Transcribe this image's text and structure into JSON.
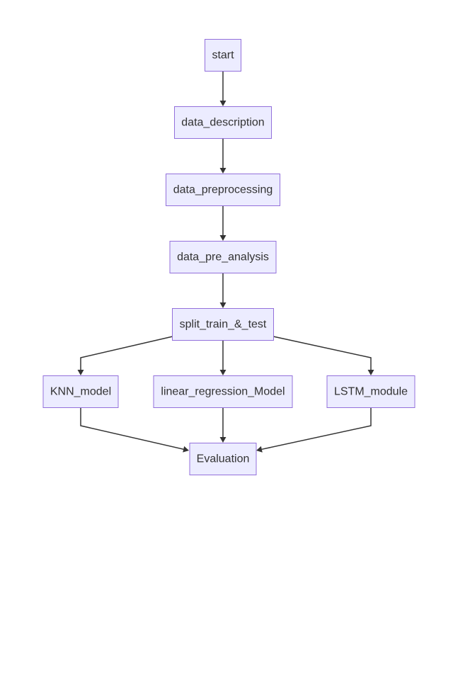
{
  "diagram": {
    "type": "flowchart",
    "colors": {
      "node_fill": "#ECECFF",
      "node_border": "#9370DB",
      "edge": "#333333",
      "text": "#333333"
    },
    "nodes": [
      {
        "id": "start",
        "label": "start"
      },
      {
        "id": "data_description",
        "label": "data_description"
      },
      {
        "id": "data_preprocessing",
        "label": "data_preprocessing"
      },
      {
        "id": "data_pre_analysis",
        "label": "data_pre_analysis"
      },
      {
        "id": "split_train_test",
        "label": "split_train_&_test"
      },
      {
        "id": "knn_model",
        "label": "KNN_model"
      },
      {
        "id": "linear_regression_model",
        "label": "linear_regression_Model"
      },
      {
        "id": "lstm_module",
        "label": "LSTM_module"
      },
      {
        "id": "evaluation",
        "label": "Evaluation"
      }
    ],
    "edges": [
      {
        "from": "start",
        "to": "data_description"
      },
      {
        "from": "data_description",
        "to": "data_preprocessing"
      },
      {
        "from": "data_preprocessing",
        "to": "data_pre_analysis"
      },
      {
        "from": "data_pre_analysis",
        "to": "split_train_test"
      },
      {
        "from": "split_train_test",
        "to": "knn_model"
      },
      {
        "from": "split_train_test",
        "to": "linear_regression_model"
      },
      {
        "from": "split_train_test",
        "to": "lstm_module"
      },
      {
        "from": "knn_model",
        "to": "evaluation"
      },
      {
        "from": "linear_regression_model",
        "to": "evaluation"
      },
      {
        "from": "lstm_module",
        "to": "evaluation"
      }
    ]
  }
}
